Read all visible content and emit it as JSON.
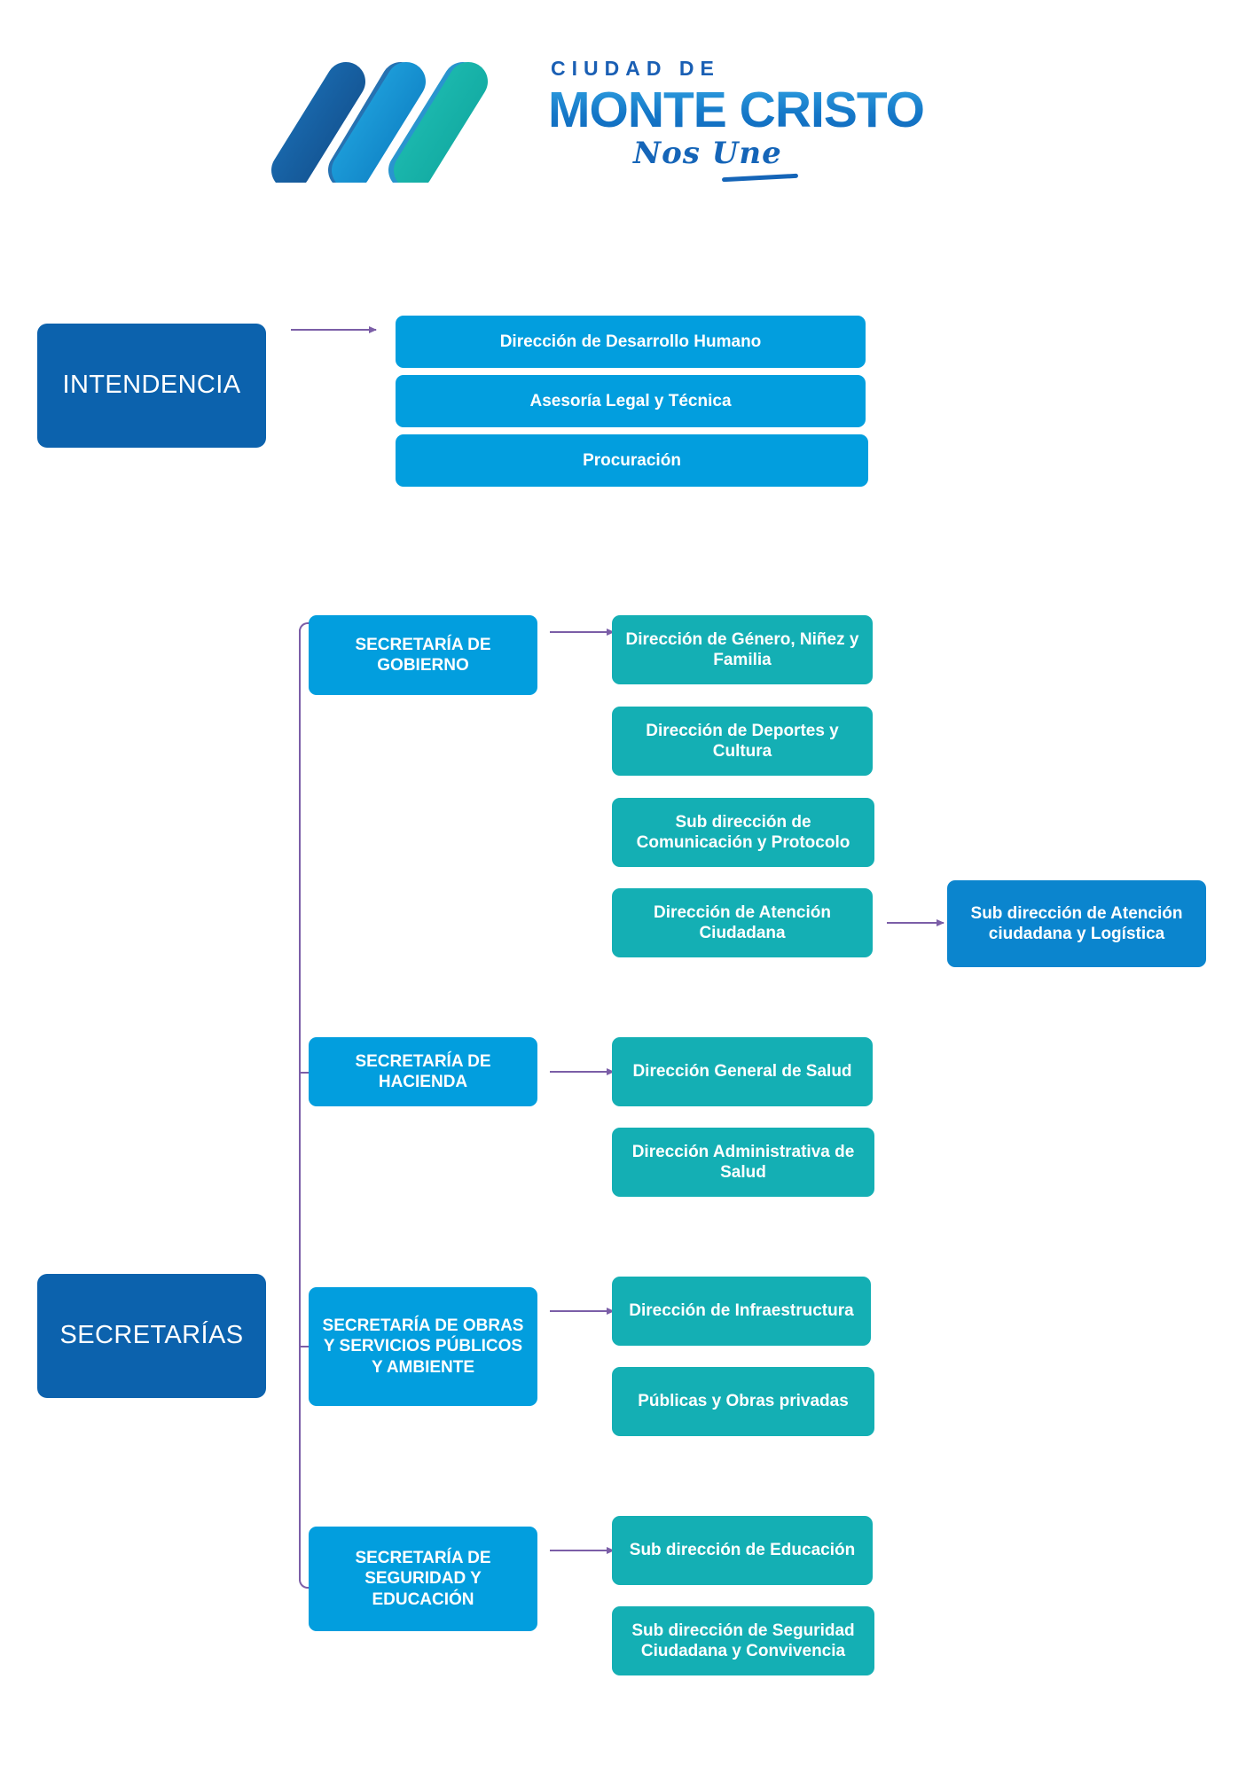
{
  "logo": {
    "tagline_top": "CIUDAD DE",
    "city_name": "MONTE CRISTO",
    "slogan": "Nos Une"
  },
  "chart": {
    "type": "org-chart",
    "branches": [
      {
        "id": "intendencia",
        "root_label": "INTENDENCIA",
        "root_color": "#0C62AD",
        "children": [
          {
            "label": "Dirección de Desarrollo Humano",
            "color": "#029EDE"
          },
          {
            "label": "Asesoría Legal y Técnica",
            "color": "#029EDE"
          },
          {
            "label": "Procuración",
            "color": "#029EDE"
          }
        ]
      },
      {
        "id": "secretarias",
        "root_label": "SECRETARÍAS",
        "root_color": "#0C62AD",
        "secretarias": [
          {
            "label": "SECRETARÍA DE GOBIERNO",
            "color": "#029EDE",
            "directions": [
              {
                "label": "Dirección de Género, Niñez y Familia",
                "color": "#14AFB4"
              },
              {
                "label": "Dirección de Deportes y Cultura",
                "color": "#14AFB4"
              },
              {
                "label": "Sub dirección de Comunicación y Protocolo",
                "color": "#14AFB4"
              },
              {
                "label": "Dirección de Atención Ciudadana",
                "color": "#14AFB4",
                "sub": {
                  "label": "Sub dirección de Atención ciudadana y Logística",
                  "color": "#0B85CE"
                }
              }
            ]
          },
          {
            "label": "SECRETARÍA DE HACIENDA",
            "color": "#029EDE",
            "directions": [
              {
                "label": "Dirección General de Salud",
                "color": "#14AFB4"
              },
              {
                "label": "Dirección Administrativa de Salud",
                "color": "#14AFB4"
              }
            ]
          },
          {
            "label": "SECRETARÍA DE OBRAS Y SERVICIOS PÚBLICOS Y AMBIENTE",
            "color": "#029EDE",
            "directions": [
              {
                "label": "Dirección de Infraestructura",
                "color": "#14AFB4"
              },
              {
                "label": "Públicas y Obras privadas",
                "color": "#14AFB4"
              }
            ]
          },
          {
            "label": "SECRETARÍA DE SEGURIDAD Y EDUCACIÓN",
            "color": "#029EDE",
            "directions": [
              {
                "label": "Sub dirección de Educación",
                "color": "#14AFB4"
              },
              {
                "label": "Sub dirección de Seguridad Ciudadana y Convivencia",
                "color": "#14AFB4"
              }
            ]
          }
        ]
      }
    ],
    "connector_color": "#7B5EA7"
  }
}
